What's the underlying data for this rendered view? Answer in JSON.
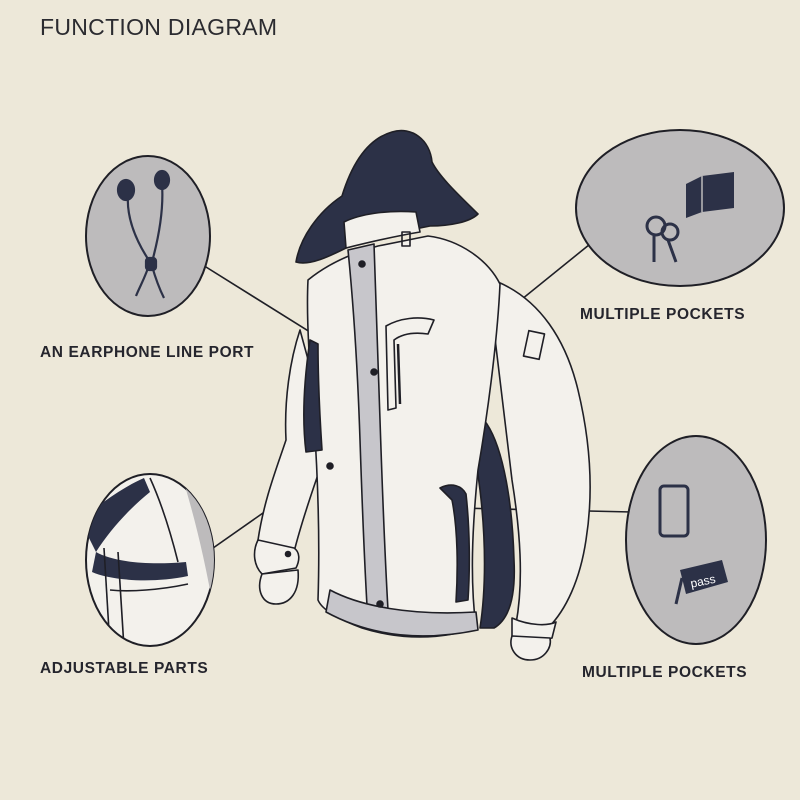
{
  "title": "FUNCTION DIAGRAM",
  "callouts": {
    "earphone": "AN EARPHONE LINE PORT",
    "pockets_top": "MULTIPLE POCKETS",
    "adjustable": "ADJUSTABLE PARTS",
    "pockets_bottom": "MULTIPLE POCKETS"
  },
  "badge_text": "pass",
  "colors": {
    "background": "#ede8d9",
    "circle_fill": "#bdbbbc",
    "navy": "#2c3147",
    "line": "#1f1f26",
    "jacket_body": "#f3f1ec",
    "placket": "#c7c6cb"
  }
}
